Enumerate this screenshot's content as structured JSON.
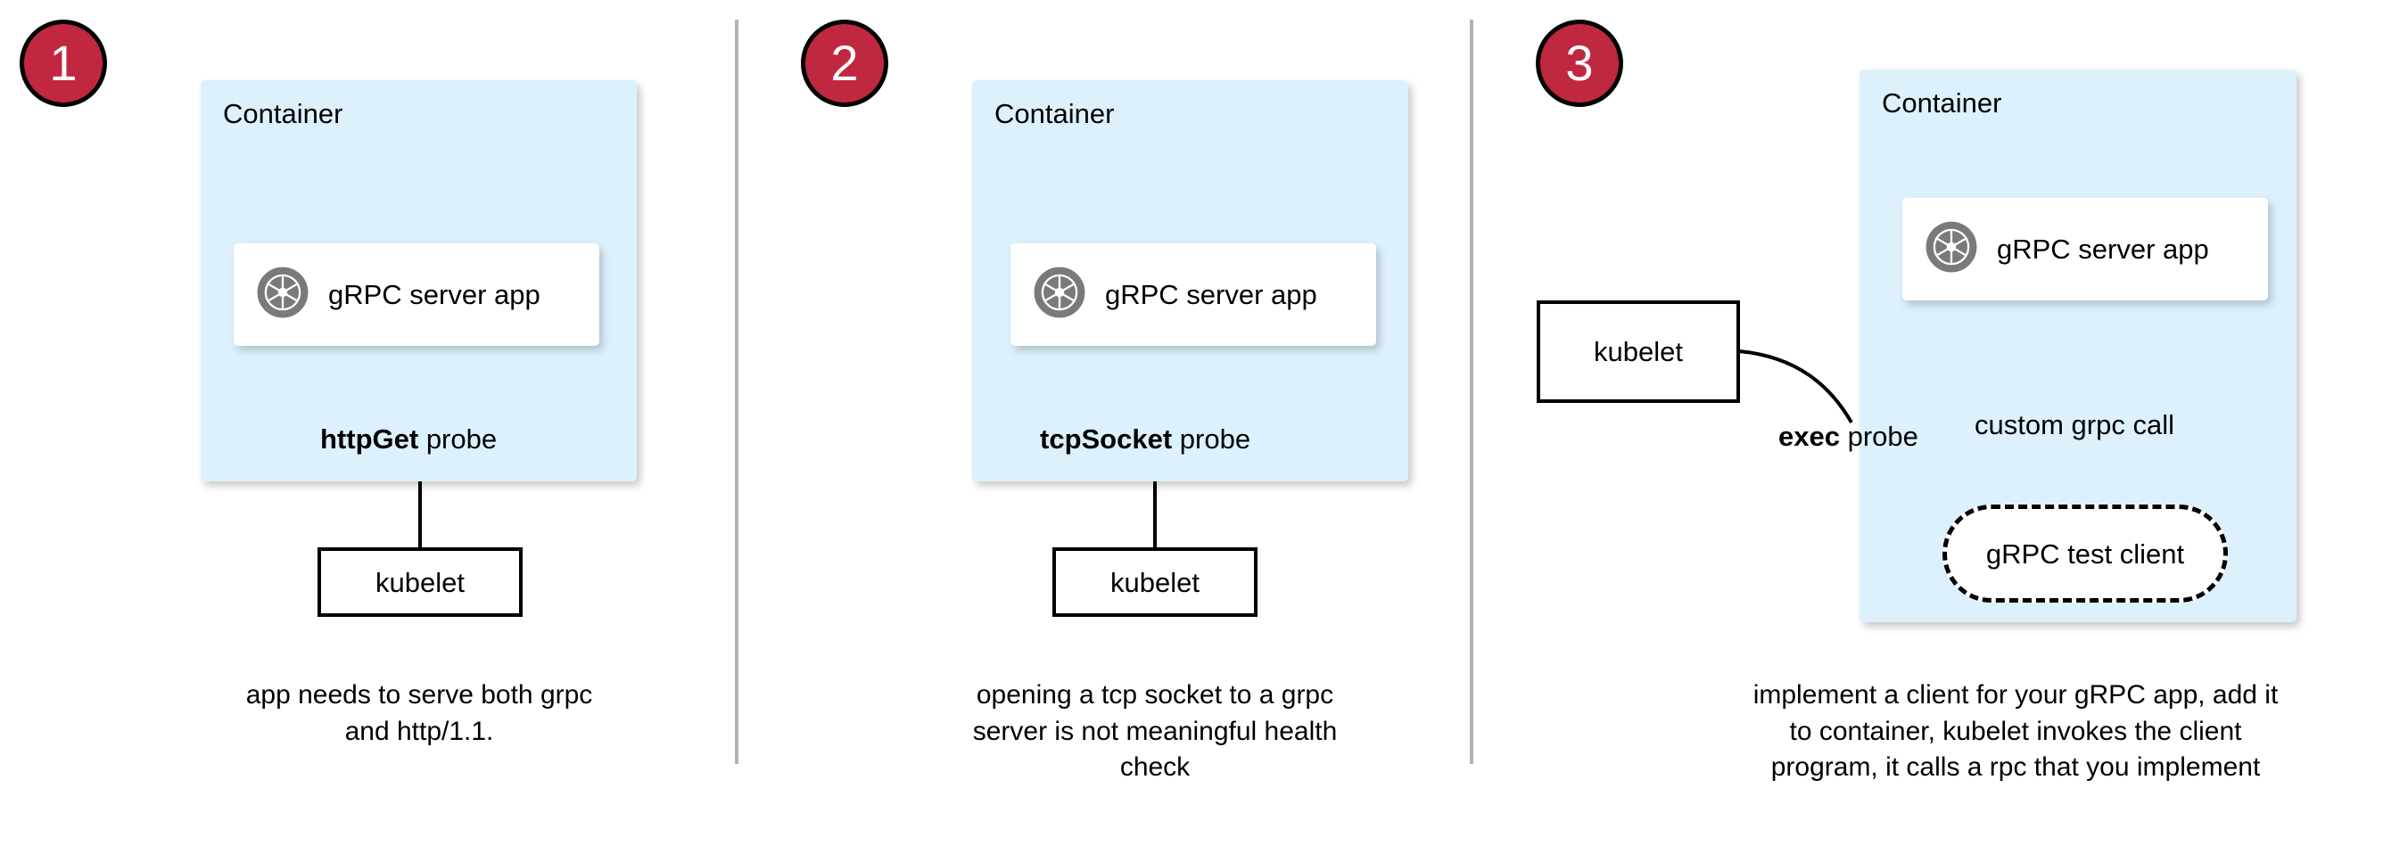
{
  "diagram": {
    "title_visible": false,
    "colors": {
      "badge_fill": "#c0283f",
      "badge_text": "#ffffff",
      "container_fill": "#ddf1fd",
      "card_fill": "#ffffff",
      "stroke": "#000000",
      "divider": "#b3b3b3",
      "icon_gray": "#7a7a7a"
    },
    "panels": [
      {
        "step": "1",
        "container_label": "Container",
        "app_label": "gRPC server app",
        "app_icon": "grpc-aperture-icon",
        "probe_keyword": "httpGet",
        "probe_suffix": " probe",
        "kubelet_label": "kubelet",
        "caption_line_1": "app needs to serve both grpc",
        "caption_line_2": "and http/1.1."
      },
      {
        "step": "2",
        "container_label": "Container",
        "app_label": "gRPC server app",
        "app_icon": "grpc-aperture-icon",
        "probe_keyword": "tcpSocket",
        "probe_suffix": " probe",
        "kubelet_label": "kubelet",
        "caption_line_1": "opening a tcp socket to a grpc",
        "caption_line_2": "server is not meaningful health",
        "caption_line_3": "check"
      },
      {
        "step": "3",
        "container_label": "Container",
        "app_label": "gRPC server app",
        "app_icon": "grpc-aperture-icon",
        "probe_keyword": "exec",
        "probe_suffix": " probe",
        "kubelet_label": "kubelet",
        "test_client_label": "gRPC test client",
        "internal_call_label": "custom grpc call",
        "caption_line_1": "implement a client for your gRPC app, add it",
        "caption_line_2": "to container, kubelet invokes the client",
        "caption_line_3": "program, it calls a rpc that you implement"
      }
    ]
  }
}
